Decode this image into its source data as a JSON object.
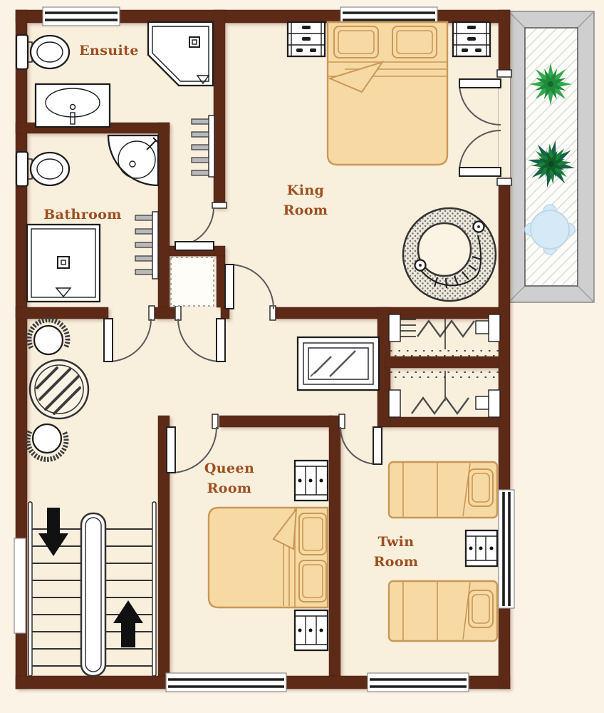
{
  "plan": {
    "rooms": [
      {
        "id": "ensuite",
        "label": "Ensuite",
        "furniture": [
          "toilet",
          "vanity-basin",
          "corner-shower",
          "towel-rail"
        ]
      },
      {
        "id": "bathroom",
        "label": "Bathroom",
        "furniture": [
          "toilet",
          "corner-basin",
          "shower",
          "towel-rail"
        ]
      },
      {
        "id": "king-room",
        "line1": "King",
        "line2": "Room",
        "furniture": [
          "king-bed",
          "nightstand",
          "nightstand",
          "spa-bath",
          "french-doors"
        ]
      },
      {
        "id": "queen-room",
        "line1": "Queen",
        "line2": "Room",
        "furniture": [
          "queen-bed",
          "bedside-cabinet",
          "bedside-cabinet"
        ]
      },
      {
        "id": "twin-room",
        "line1": "Twin",
        "line2": "Room",
        "furniture": [
          "twin-bed",
          "twin-bed",
          "bedside-cabinet"
        ]
      }
    ],
    "hall": {
      "furniture": [
        "round-table",
        "chair",
        "chair",
        "wall-mirror",
        "linen-cupboard",
        "wardrobe",
        "wardrobe"
      ]
    },
    "balcony": {
      "items": [
        "plant",
        "plant",
        "patio-table"
      ]
    },
    "staircase": {
      "arrows": [
        "down",
        "up"
      ]
    }
  },
  "colors": {
    "background": "#fcf3e7",
    "floor": "#f9efdd",
    "wall": "#5e2a18",
    "bed": "#f7d9a3",
    "bed_outline": "#c89858",
    "label": "#9c4f22",
    "fixture_fill": "#ffffff",
    "fixture_outline": "#1e1e1e",
    "balcony_frame": "#cfcfcf",
    "plant_green": "#2fa648",
    "plant_dark_green": "#157c33",
    "patio_table_blue": "#d6e9f6",
    "arrow": "#111111"
  }
}
